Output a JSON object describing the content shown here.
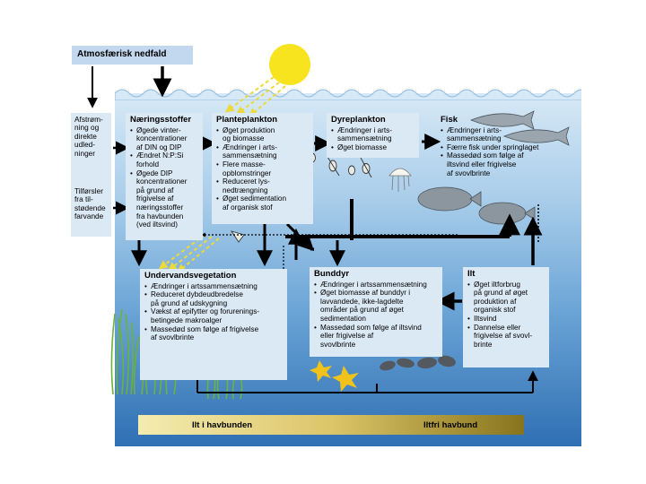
{
  "atmosphere": {
    "label": "Atmosfærisk nedfald"
  },
  "side_boxes": {
    "runoff": "Afstrøm-\nning og\ndirekte\nudled-\nninger",
    "inflow": "Tilførsler\nfra til-\nstødende\nfarvande"
  },
  "boxes": {
    "naering": {
      "title": "Næringsstoffer",
      "items": [
        "Øgede vinter-\nkoncentrationer\naf DIN og DIP",
        "Ændret N:P:Si\nforhold",
        "Øgede DIP\nkoncentrationer\npå grund af\nfrigivelse af\nnæringsstoffer\nfra havbunden\n(ved iltsvind)"
      ]
    },
    "plante": {
      "title": "Planteplankton",
      "items": [
        "Øget produktion\nog biomasse",
        "Ændringer i arts-\nsammensætning",
        "Flere masse-\nopblomstringer",
        "Reduceret lys-\nnedtrængning",
        "Øget sedimentation\naf organisk stof"
      ]
    },
    "dyre": {
      "title": "Dyreplankton",
      "items": [
        "Ændringer i arts-\nsammensætning",
        "Øget biomasse"
      ]
    },
    "fisk": {
      "title": "Fisk",
      "items": [
        "Ændringer i arts-\nsammensætning",
        "Færre fisk under springlaget",
        "Massedød som følge af\niltsvind eller frigivelse\naf svovlbrinte"
      ]
    },
    "undervand": {
      "title": "Undervandsvegetation",
      "items": [
        "Ændringer i artssammensætning",
        "Reduceret dybdeudbredelse\npå grund af udskygning",
        "Vækst af epifytter og forurenings-\nbetingede makroalger",
        "Massedød som følge af frigivelse\naf svovlbrinte"
      ]
    },
    "bunddyr": {
      "title": "Bunddyr",
      "items": [
        "Ændringer i artssammensætning",
        "Øget biomasse af bunddyr i\nlavvandede, ikke-lagdelte\nområder på grund af øget\nsedimentation",
        "Massedød som følge af iltsvind\neller frigivelse af\nsvovlbrinte"
      ]
    },
    "ilt": {
      "title": "Ilt",
      "items": [
        "Øget iltforbrug\npå grund af øget\nproduktion af\norganisk stof",
        "Iltsvind",
        "Dannelse eller\nfrigivelse af svovl-\nbrinte"
      ]
    }
  },
  "bottom_bar": {
    "left_label": "Ilt i havbunden",
    "right_label": "Iltfri havbund"
  },
  "colors": {
    "box_fill": "#dbe9f5",
    "water_top": "#d7e9f6",
    "water_bottom": "#2f6fb3",
    "sun": "#f7e41e",
    "light_rays": "#ecd93a",
    "bar_left": "#f3ecb0",
    "bar_right": "#87741c"
  }
}
